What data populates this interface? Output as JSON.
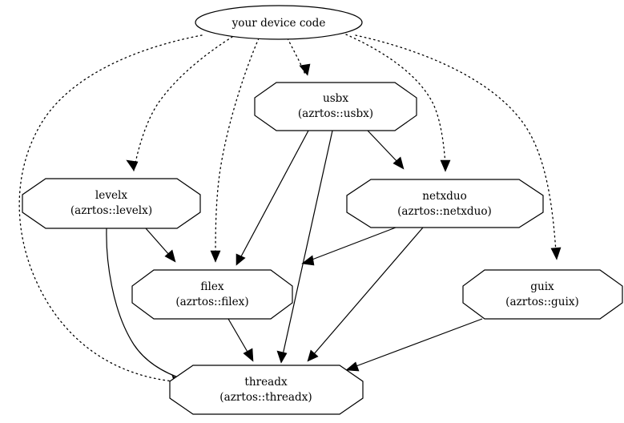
{
  "diagram": {
    "type": "dependency-graph",
    "title": "",
    "background_color": "#ffffff",
    "stroke_color": "#000000",
    "nodes": [
      {
        "id": "device",
        "shape": "ellipse",
        "line1": "your device code",
        "line2": ""
      },
      {
        "id": "usbx",
        "shape": "octagon",
        "line1": "usbx",
        "line2": "(azrtos::usbx)"
      },
      {
        "id": "levelx",
        "shape": "octagon",
        "line1": "levelx",
        "line2": "(azrtos::levelx)"
      },
      {
        "id": "netxduo",
        "shape": "octagon",
        "line1": "netxduo",
        "line2": "(azrtos::netxduo)"
      },
      {
        "id": "filex",
        "shape": "octagon",
        "line1": "filex",
        "line2": "(azrtos::filex)"
      },
      {
        "id": "guix",
        "shape": "octagon",
        "line1": "guix",
        "line2": "(azrtos::guix)"
      },
      {
        "id": "threadx",
        "shape": "octagon",
        "line1": "threadx",
        "line2": "(azrtos::threadx)"
      }
    ],
    "edges": [
      {
        "from": "device",
        "to": "threadx",
        "style": "dotted"
      },
      {
        "from": "device",
        "to": "levelx",
        "style": "dotted"
      },
      {
        "from": "device",
        "to": "filex",
        "style": "dotted"
      },
      {
        "from": "device",
        "to": "usbx",
        "style": "dotted"
      },
      {
        "from": "device",
        "to": "netxduo",
        "style": "dotted"
      },
      {
        "from": "device",
        "to": "guix",
        "style": "dotted"
      },
      {
        "from": "usbx",
        "to": "filex",
        "style": "solid"
      },
      {
        "from": "usbx",
        "to": "threadx",
        "style": "solid"
      },
      {
        "from": "usbx",
        "to": "netxduo",
        "style": "solid"
      },
      {
        "from": "levelx",
        "to": "filex",
        "style": "solid"
      },
      {
        "from": "levelx",
        "to": "threadx",
        "style": "solid"
      },
      {
        "from": "netxduo",
        "to": "filex",
        "style": "solid"
      },
      {
        "from": "netxduo",
        "to": "threadx",
        "style": "solid"
      },
      {
        "from": "filex",
        "to": "threadx",
        "style": "solid"
      },
      {
        "from": "guix",
        "to": "threadx",
        "style": "solid"
      }
    ]
  }
}
